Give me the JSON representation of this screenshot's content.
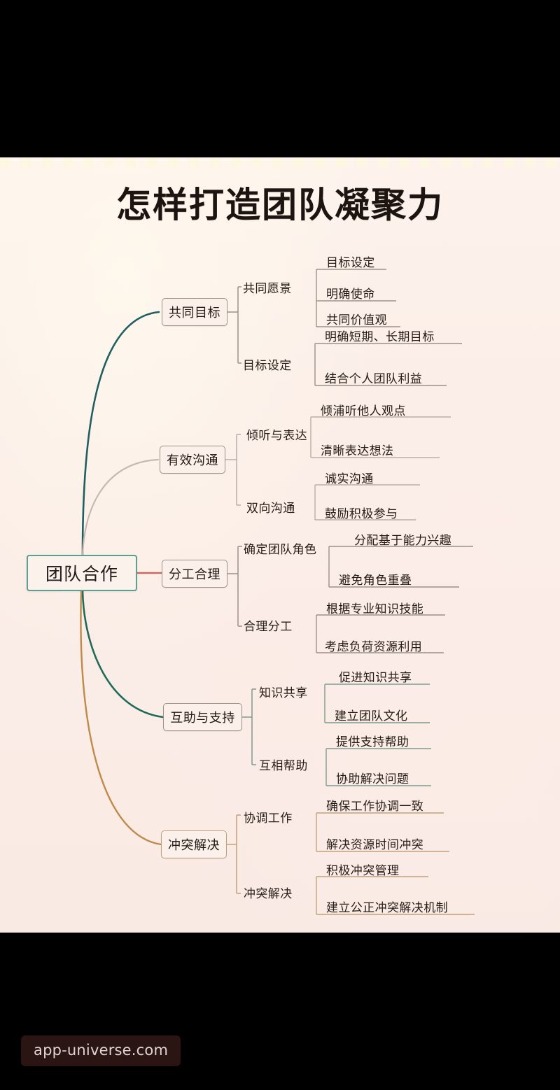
{
  "canvas": {
    "background_color": "#fbeee8",
    "letterbox_color": "#000000"
  },
  "title": "怎样打造团队凝聚力",
  "root": {
    "label": "团队合作",
    "border_color": "#5e9e93"
  },
  "watermark": "app-universe.com",
  "connector_colors": {
    "branch_1": "#1f5f5f",
    "branch_2": "#c7b9b2",
    "branch_3": "#c96a63",
    "branch_4": "#1f6b5a",
    "branch_5": "#c08a4a"
  },
  "branches": [
    {
      "label": "共同目标",
      "wire_color": "#1f5f5f",
      "border_tone": "gray",
      "subs": [
        {
          "label": "共同愿景",
          "leaves": [
            "目标设定",
            "明确使命",
            "共同价值观"
          ]
        },
        {
          "label": "目标设定",
          "leaves": [
            "明确短期、长期目标",
            "结合个人团队利益"
          ]
        }
      ]
    },
    {
      "label": "有效沟通",
      "wire_color": "#c7b9b2",
      "border_tone": "gray",
      "subs": [
        {
          "label": "倾听与表达",
          "leaves": [
            "倾浦听他人观点",
            "清晰表达想法"
          ]
        },
        {
          "label": "双向沟通",
          "leaves": [
            "诚实沟通",
            "鼓励积极参与"
          ]
        }
      ]
    },
    {
      "label": "分工合理",
      "wire_color": "#c96a63",
      "border_tone": "gray",
      "subs": [
        {
          "label": "确定团队角色",
          "leaves": [
            "分配基于能力兴趣",
            "避免角色重叠"
          ]
        },
        {
          "label": "合理分工",
          "leaves": [
            "根据专业知识技能",
            "考虑负荷资源利用"
          ]
        }
      ]
    },
    {
      "label": "互助与支持",
      "wire_color": "#1f6b5a",
      "border_tone": "gray",
      "subs": [
        {
          "label": "知识共享",
          "leaves": [
            "促进知识共享",
            "建立团队文化"
          ]
        },
        {
          "label": "互相帮助",
          "leaves": [
            "提供支持帮助",
            "协助解决问题"
          ]
        }
      ]
    },
    {
      "label": "冲突解决",
      "wire_color": "#c08a4a",
      "border_tone": "brown",
      "subs": [
        {
          "label": "协调工作",
          "leaves": [
            "确保工作协调一致",
            "解决资源时间冲突"
          ]
        },
        {
          "label": "冲突解决",
          "leaves": [
            "积极冲突管理",
            "建立公正冲突解决机制"
          ]
        }
      ]
    }
  ]
}
